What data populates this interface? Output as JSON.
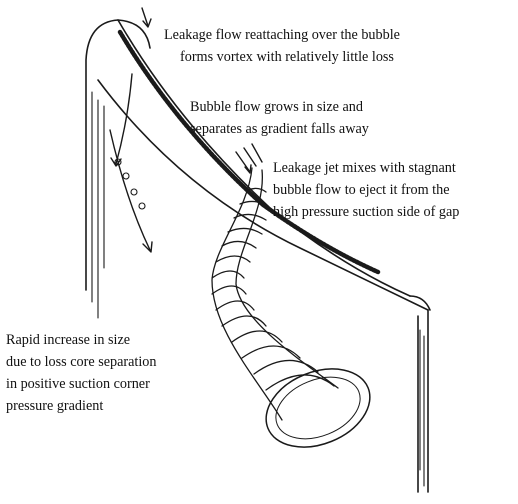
{
  "annotations": {
    "leakage_reattach": [
      "Leakage flow reattaching over the bubble",
      "forms vortex with relatively little loss"
    ],
    "bubble_grows": [
      "Bubble flow grows in size and",
      "separates as gradient falls away"
    ],
    "jet_mixes": [
      "Leakage jet mixes with stagnant",
      "bubble flow to eject it from the",
      "high pressure suction side of gap"
    ],
    "rapid_increase": [
      "Rapid increase in size",
      "due to loss core separation",
      "in positive suction corner",
      "pressure gradient"
    ]
  },
  "colors": {
    "ink": "#1a1a1a",
    "background": "#ffffff"
  }
}
